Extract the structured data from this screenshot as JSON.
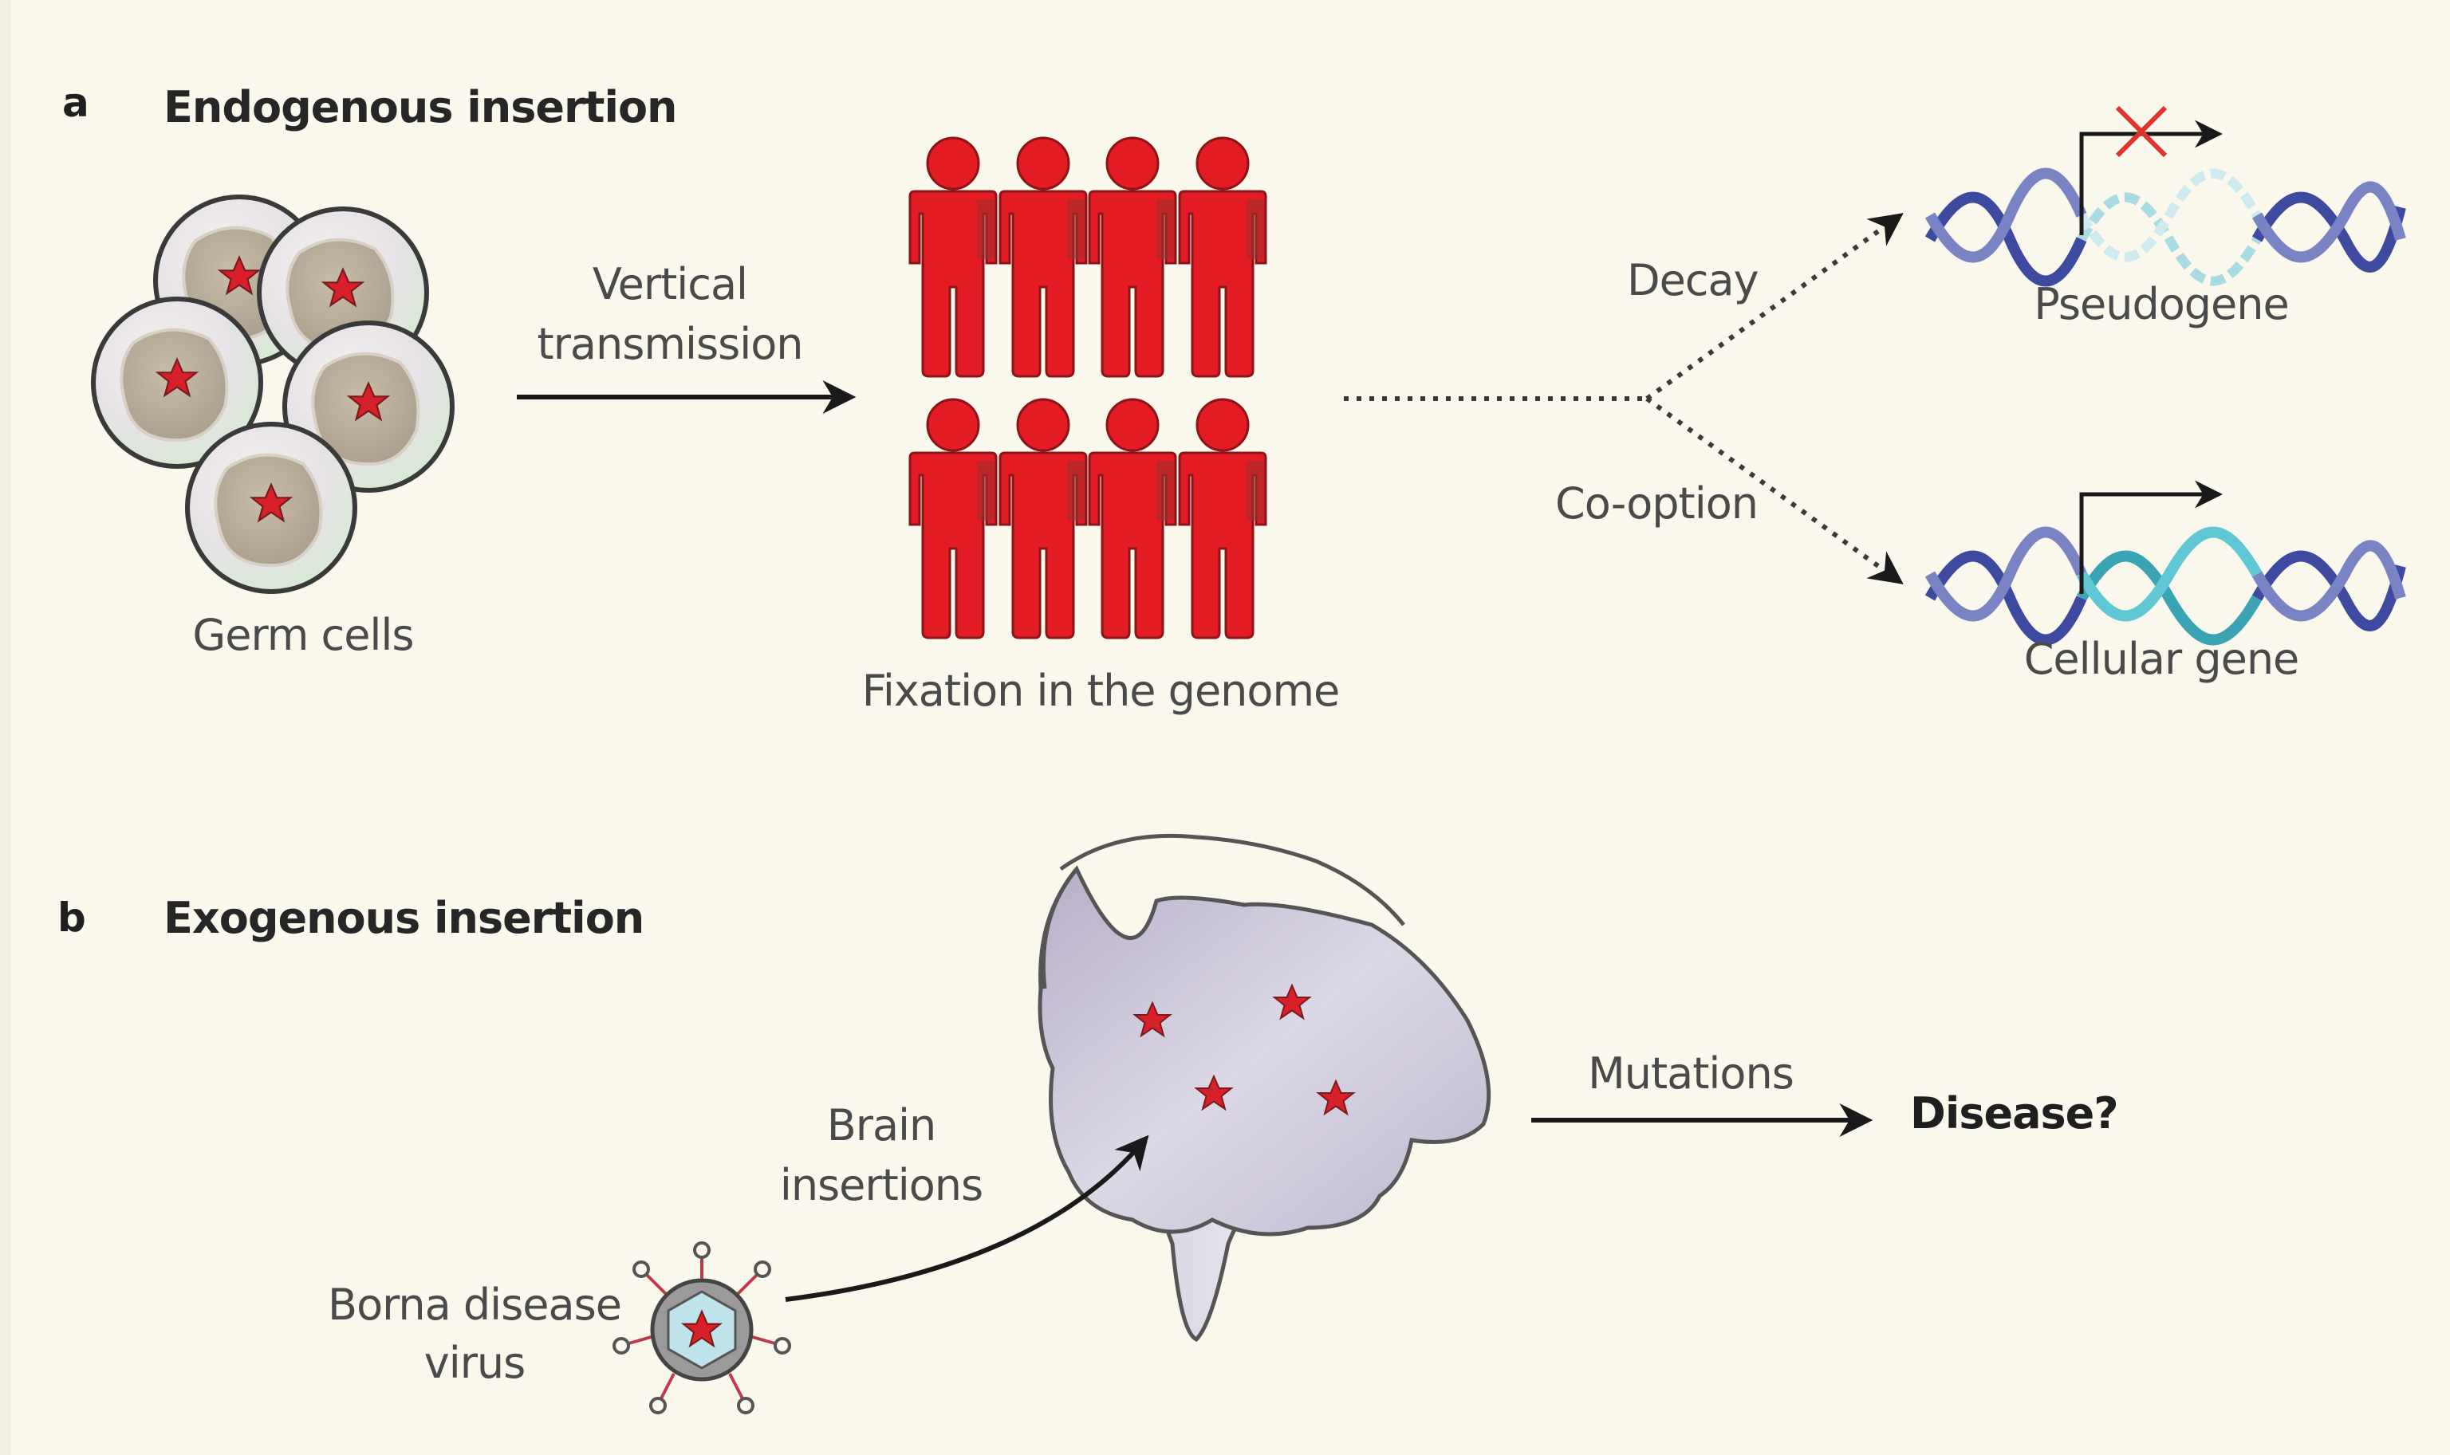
{
  "panel_a": {
    "letter": "a",
    "title": "Endogenous insertion",
    "germ_cells_label": "Germ cells",
    "transmission_label_line1": "Vertical",
    "transmission_label_line2": "transmission",
    "population_label": "Fixation in the genome",
    "branch_up_label": "Decay",
    "branch_down_label": "Co-option",
    "pseudogene_label": "Pseudogene",
    "cellular_gene_label": "Cellular gene",
    "germ_cell_count": 5,
    "people_count": 8
  },
  "panel_b": {
    "letter": "b",
    "title": "Exogenous insertion",
    "virus_label_line1": "Borna disease",
    "virus_label_line2": "virus",
    "brain_label_line1": "Brain",
    "brain_label_line2": "insertions",
    "mutations_label": "Mutations",
    "outcome_label": "Disease?",
    "brain_star_count": 4
  },
  "colors": {
    "background": "#faf7ec",
    "insertion_star": "#d8202a",
    "people": "#e31b23",
    "dna_outer": "#4b55a8",
    "dna_gene": "#4bb8c6",
    "dna_pseudogene": "#a9dbe2",
    "brain": "#c9c4d8",
    "block_x": "#e0332e"
  }
}
